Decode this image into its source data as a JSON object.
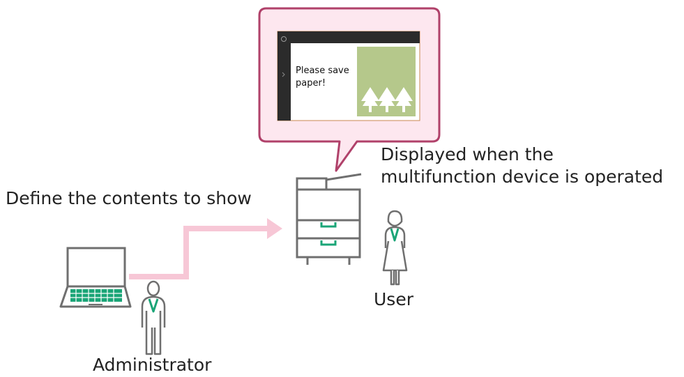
{
  "labels": {
    "displayed": "Displayed when the multifunction device is operated",
    "define": "Define the contents to show",
    "user": "User",
    "administrator": "Administrator"
  },
  "screen": {
    "message": "Please save paper!"
  },
  "colors": {
    "bubble_fill": "#fde7ef",
    "bubble_border": "#b0416a",
    "arrow": "#f7c7d6",
    "accent_green": "#1aa577",
    "tree_panel": "#b5c88b",
    "outline_gray": "#6f6f6f",
    "screen_bar": "#2b2b2b"
  }
}
